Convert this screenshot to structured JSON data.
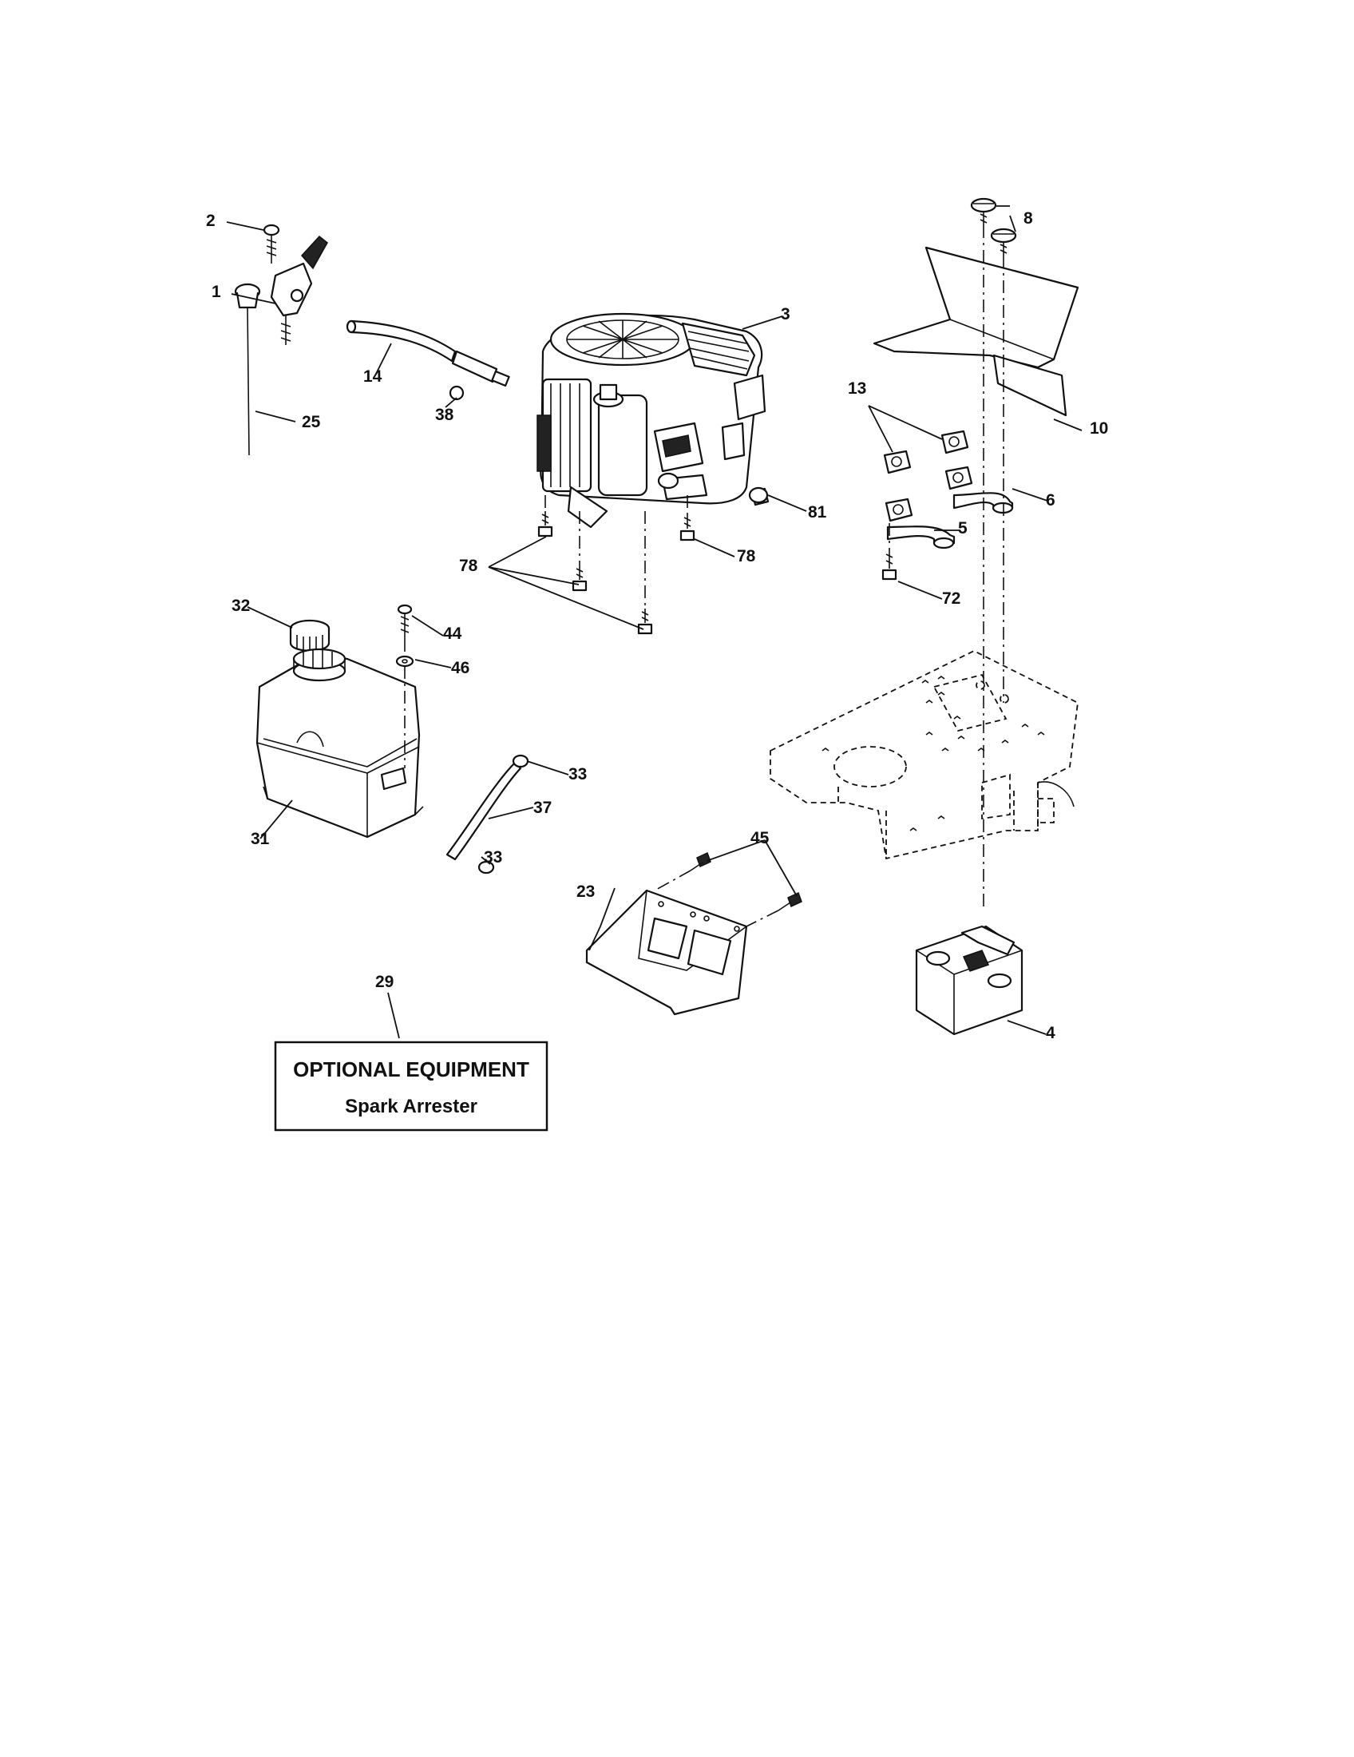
{
  "callouts": {
    "c1": "1",
    "c2": "2",
    "c3": "3",
    "c4": "4",
    "c5": "5",
    "c6": "6",
    "c8": "8",
    "c10": "10",
    "c13": "13",
    "c14": "14",
    "c23": "23",
    "c25": "25",
    "c29": "29",
    "c31": "31",
    "c32": "32",
    "c33a": "33",
    "c33b": "33",
    "c37": "37",
    "c38": "38",
    "c44": "44",
    "c45": "45",
    "c46": "46",
    "c72": "72",
    "c78a": "78",
    "c78b": "78",
    "c81": "81"
  },
  "optional_box": {
    "title": "OPTIONAL EQUIPMENT",
    "subtitle": "Spark Arrester"
  }
}
